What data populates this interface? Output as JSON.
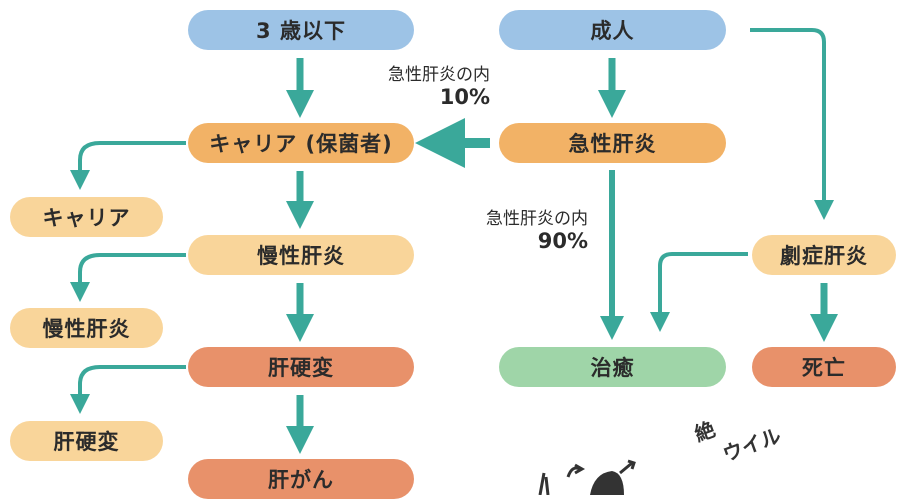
{
  "nodes": {
    "under3": "3 歳以下",
    "adult": "成人",
    "carrier_main": "キャリア (保菌者)",
    "acute": "急性肝炎",
    "chronic": "慢性肝炎",
    "fulminant": "劇症肝炎",
    "cirrhosis": "肝硬変",
    "cure": "治癒",
    "death": "死亡",
    "cancer": "肝がん",
    "side_carrier": "キャリア",
    "side_chronic": "慢性肝炎",
    "side_cirrhosis": "肝硬変"
  },
  "notes": {
    "ten_label": "急性肝炎の内",
    "ten_pct": "10%",
    "ninety_label": "急性肝炎の内",
    "ninety_pct": "90%"
  },
  "colors": {
    "arrow": "#3aa89a",
    "blue": "#9dc3e6",
    "orange": "#f2b266",
    "peach": "#f9d59a",
    "salmon": "#e8916a",
    "green": "#9fd5a8"
  },
  "mascot": {
    "slogan_a": "ウイル",
    "slogan_b": "絶"
  }
}
